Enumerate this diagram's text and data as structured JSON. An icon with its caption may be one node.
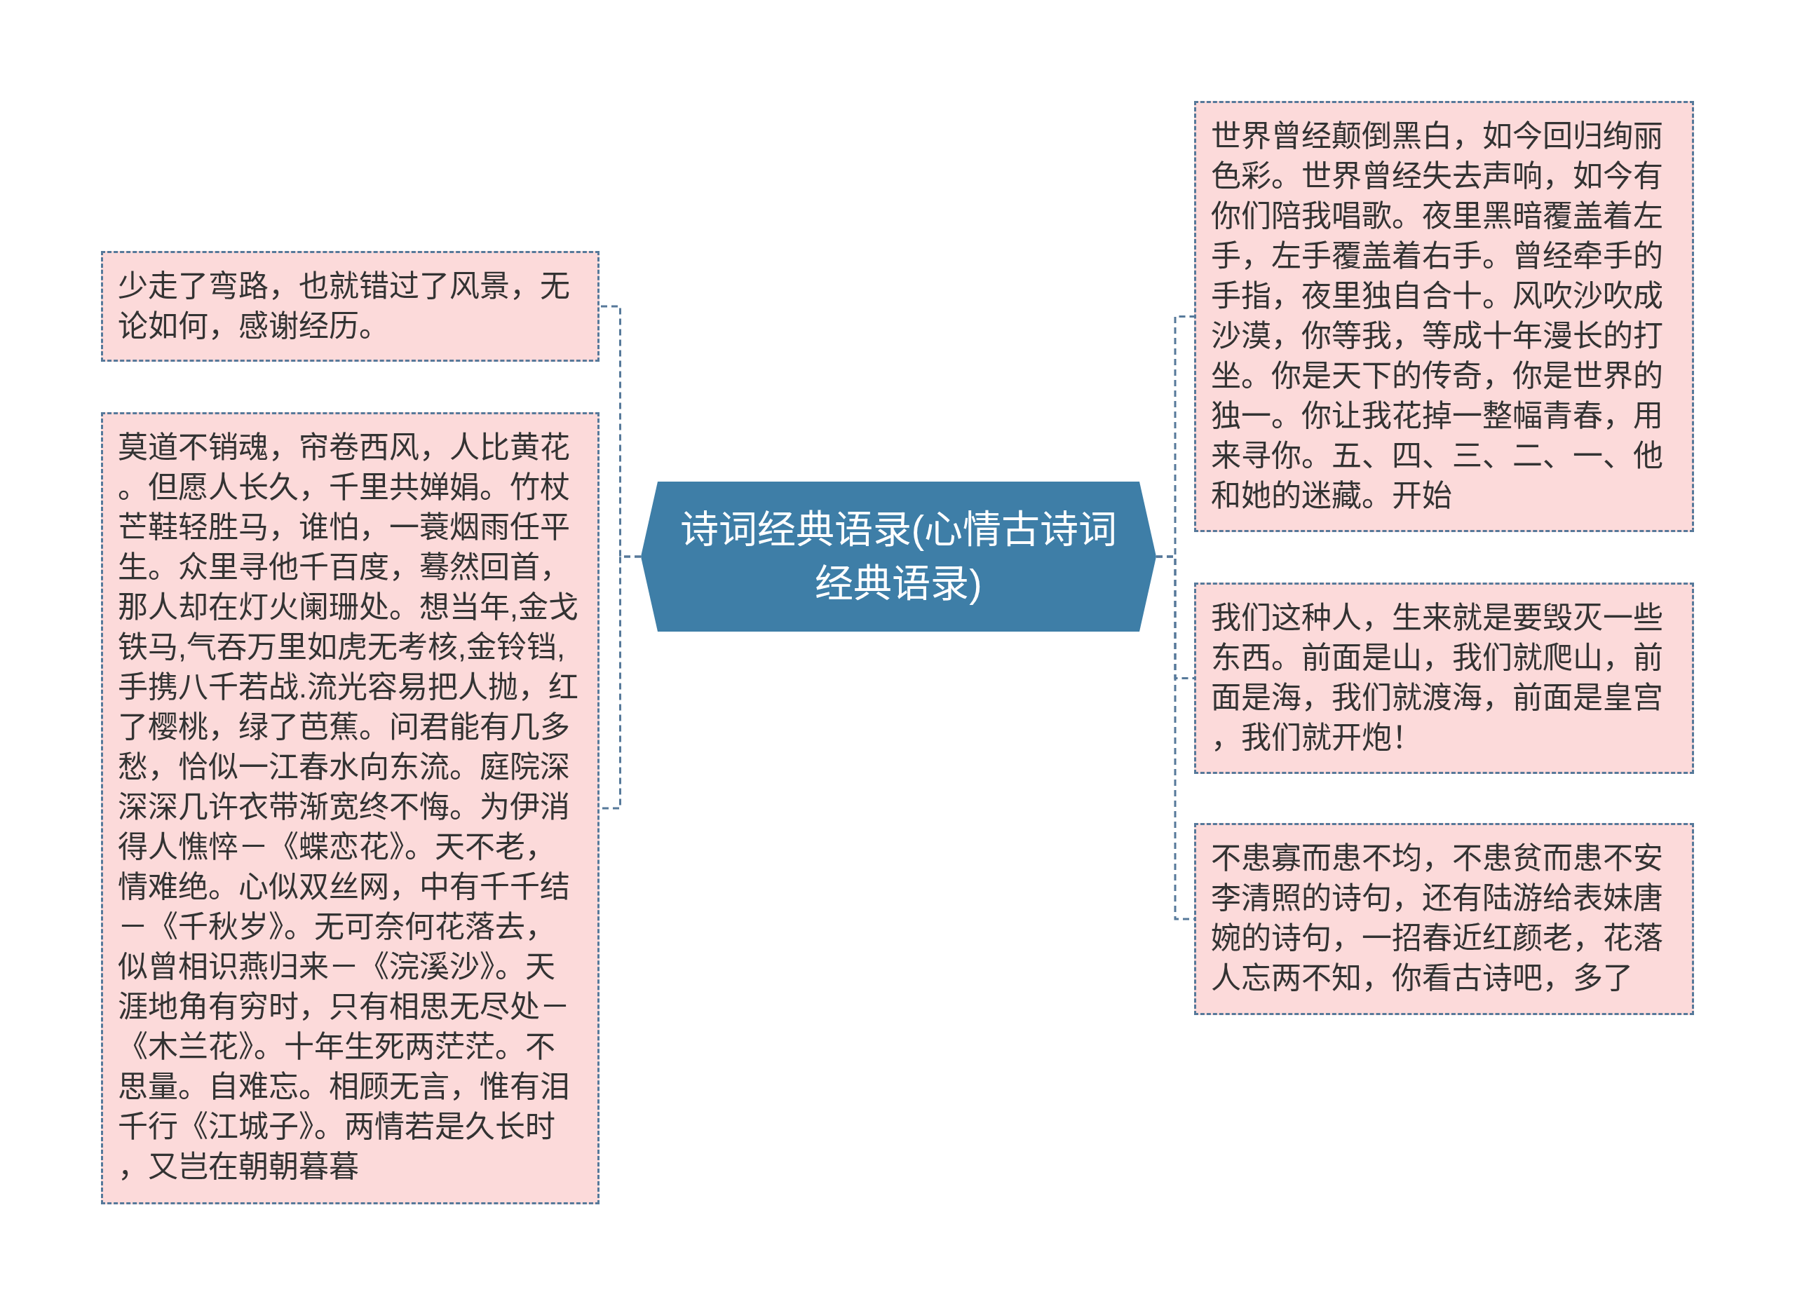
{
  "diagram": {
    "nodes": [
      {
        "text": [
          "诗词经典语录(心情古诗词经典语录)"
        ]
      },
      {
        "text": [
          "少走了弯路，也就错过了风景，无论如何，感谢经历。"
        ]
      },
      {
        "text": [
          "莫道不销魂，帘卷西风，人比黄花。但愿人长久，千里共婵娟。竹杖芒鞋轻胜马，谁怕，一蓑烟雨任平生。众里寻他千百度，蓦然回首，那人却在灯火阑珊处。想当年,金戈铁马,气吞万里如虎无考核,金铃铛,手携八千若战.流光容易把人抛，红了樱桃，绿了芭蕉。问君能有几多愁，恰似一江春水向东流。庭院深深深几许衣带渐宽终不悔。为伊消得人憔悴－《蝶恋花》。天不老，情难绝。心似双丝网，中有千千结－《千秋岁》。无可奈何花落去，似曾相识燕归来－《浣溪沙》。天涯地角有穷时，只有相思无尽处－《木兰花》。十年生死两茫茫。不思量。自难忘。相顾无言，惟有泪千行《江城子》。两情若是久长时，又岂在朝朝暮暮"
        ]
      },
      {
        "text": [
          "世界曾经颠倒黑白，如今回归绚丽色彩。世界曾经失去声响，如今有你们陪我唱歌。夜里黑暗覆盖着左手，左手覆盖着右手。曾经牵手的手指，夜里独自合十。风吹沙吹成沙漠，你等我，等成十年漫长的打坐。你是天下的传奇，你是世界的独一。你让我花掉一整幅青春，用来寻你。五、四、三、二、一、他和她的迷藏。开始"
        ]
      },
      {
        "text": [
          "我们这种人，生来就是要毁灭一些东西。前面是山，我们就爬山，前面是海，我们就渡海，前面是皇宫，我们就开炮！"
        ]
      },
      {
        "text": [
          "不患寡而患不均，不患贫而患不安李清照的诗句，还有陆游给表妹唐婉的诗句，一招春近红颜老，花落人忘两不知，你看古诗吧，多了"
        ]
      }
    ],
    "edges": [
      {
        "from": 0,
        "to": 1,
        "arrow": "none"
      },
      {
        "from": 0,
        "to": 2,
        "arrow": "none"
      },
      {
        "from": 0,
        "to": 3,
        "arrow": "none"
      },
      {
        "from": 0,
        "to": 4,
        "arrow": "none"
      },
      {
        "from": 0,
        "to": 5,
        "arrow": "none"
      }
    ]
  }
}
